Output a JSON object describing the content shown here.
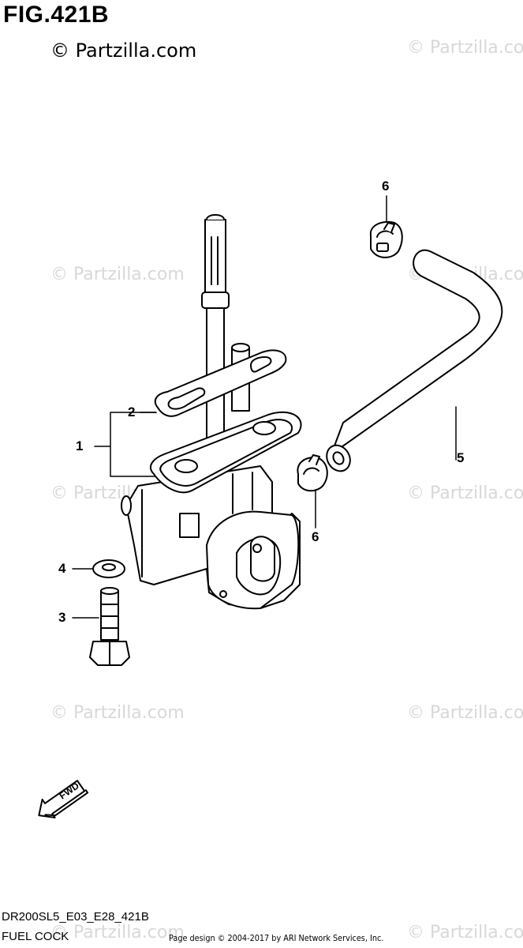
{
  "figure": {
    "title": "FIG.421B",
    "copyright": "© Partzilla.com",
    "watermark": "© Partzilla.com"
  },
  "callouts": [
    "1",
    "2",
    "3",
    "4",
    "5",
    "6",
    "6"
  ],
  "fwd_label": "FWD",
  "footer": {
    "code": "DR200SL5_E03_E28_421B",
    "name": "FUEL COCK",
    "page_design": "Page design © 2004-2017 by ARI Network Services, Inc."
  }
}
